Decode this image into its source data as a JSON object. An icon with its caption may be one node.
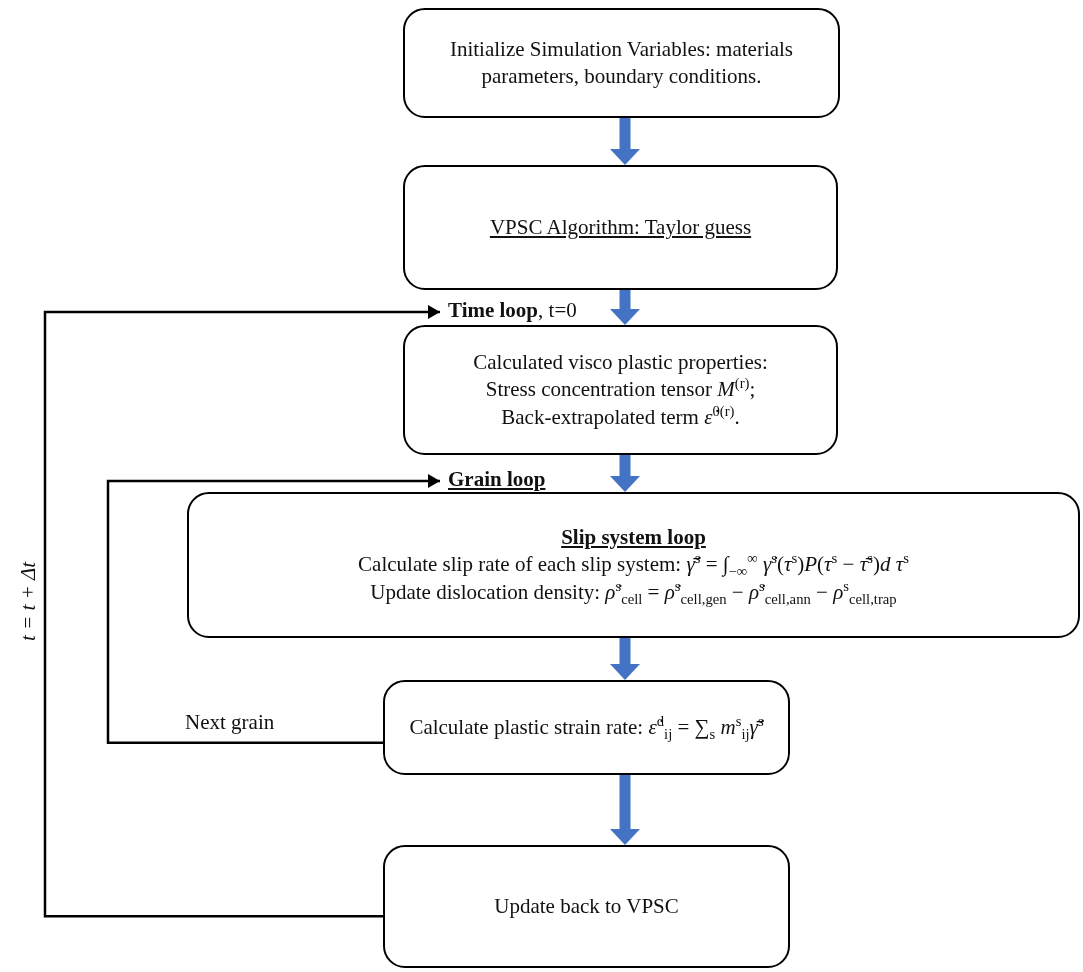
{
  "diagram": {
    "nodes": [
      {
        "text": [
          "Initialize Simulation Variables: materials parameters, boundary conditions."
        ]
      },
      {
        "text": [
          "VPSC Algorithm: Taylor guess"
        ]
      },
      {
        "text": [
          "**Time loop**, t=0"
        ]
      },
      {
        "text": [
          "Calculated visco plastic properties:",
          "Stress concentration tensor *M*$^{(r)}$;",
          "Back-extrapolated term *ε̇*$^{0(r)}$."
        ]
      },
      {
        "text": [
          "Grain loop"
        ]
      },
      {
        "text": [
          "Slip system loop",
          "Calculate slip rate of each slip system: *γ̄̇*$^{s}$ = ∫$_{−∞}$$^{∞}$ *γ̇*$^{s}$(*τ*$^{s}$)*P*(*τ*$^{s}$ − *τ̄*$^{s}$)*d τ*$^{s}$",
          "Update dislocation density:  *ρ̇*$^{s}$$_{cell}$ = *ρ̇*$^{s}$$_{cell,gen}$ − *ρ̇*$^{s}$$_{cell,ann}$ − *ρ*$^{s}$$_{cell,trap}$"
        ]
      },
      {
        "text": [
          "Calculate plastic strain rate: *ε̇*$^{d}$$_{ij}$ = ∑$_{s}$ *m*$^{s}$$_{ij}$*γ̄̇*$^{s}$"
        ]
      },
      {
        "text": [
          "Update back to VPSC"
        ]
      }
    ],
    "edges": [
      {
        "from": 0,
        "to": 1,
        "arrow": "to"
      },
      {
        "from": 1,
        "to": 3,
        "arrow": "to"
      },
      {
        "from": 3,
        "to": 5,
        "arrow": "to"
      },
      {
        "from": 5,
        "to": 6,
        "arrow": "to"
      },
      {
        "from": 6,
        "to": 7,
        "arrow": "to"
      },
      {
        "from": 6,
        "to": 4,
        "arrow": "to",
        "label": "Next grain",
        "color": "#000000"
      },
      {
        "from": 7,
        "to": 2,
        "arrow": "to",
        "label": "t = t + Δt",
        "color": "#000000"
      }
    ]
  }
}
